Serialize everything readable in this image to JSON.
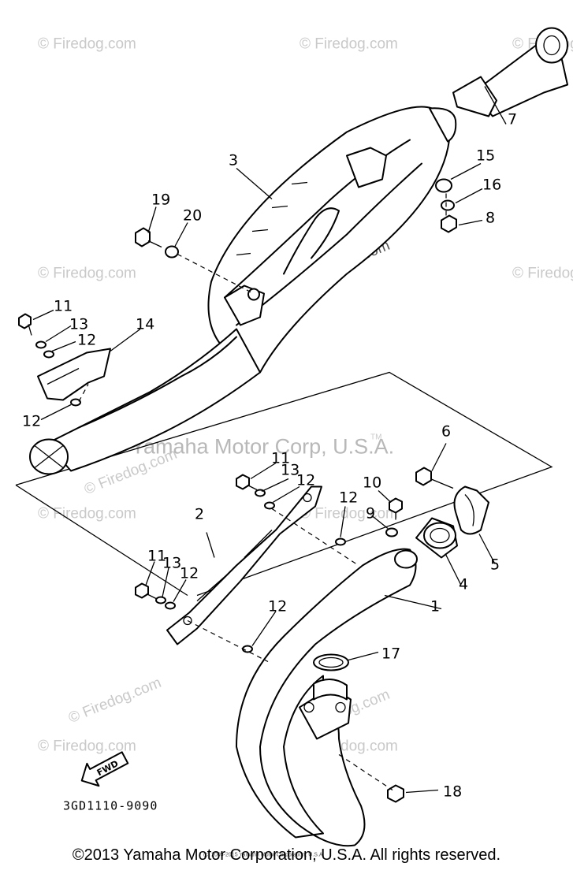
{
  "watermark": {
    "site": "© Firedog.com",
    "site_dark": "© Firedog.com",
    "trademark": "Yamaha Motor Corp, U.S.A.",
    "tm": "TM",
    "small_credit": "(c) 2005-2015 Yamaha Motor Corporation, U.S.A."
  },
  "diagram": {
    "part_code": "3GD1110-9090",
    "fwd_label": "FWD",
    "callouts": {
      "c1": "1",
      "c2": "2",
      "c3": "3",
      "c4": "4",
      "c5": "5",
      "c6": "6",
      "c7": "7",
      "c8": "8",
      "c9": "9",
      "c10": "10",
      "c11a": "11",
      "c11b": "11",
      "c11c": "11",
      "c12a": "12",
      "c12b": "12",
      "c12c": "12",
      "c12d": "12",
      "c12e": "12",
      "c12f": "12",
      "c13a": "13",
      "c13b": "13",
      "c13c": "13",
      "c14": "14",
      "c15": "15",
      "c16": "16",
      "c17": "17",
      "c18": "18",
      "c19": "19",
      "c20": "20"
    }
  },
  "footer": {
    "copyright": "©2013 Yamaha Motor Corporation, U.S.A. All rights reserved."
  }
}
